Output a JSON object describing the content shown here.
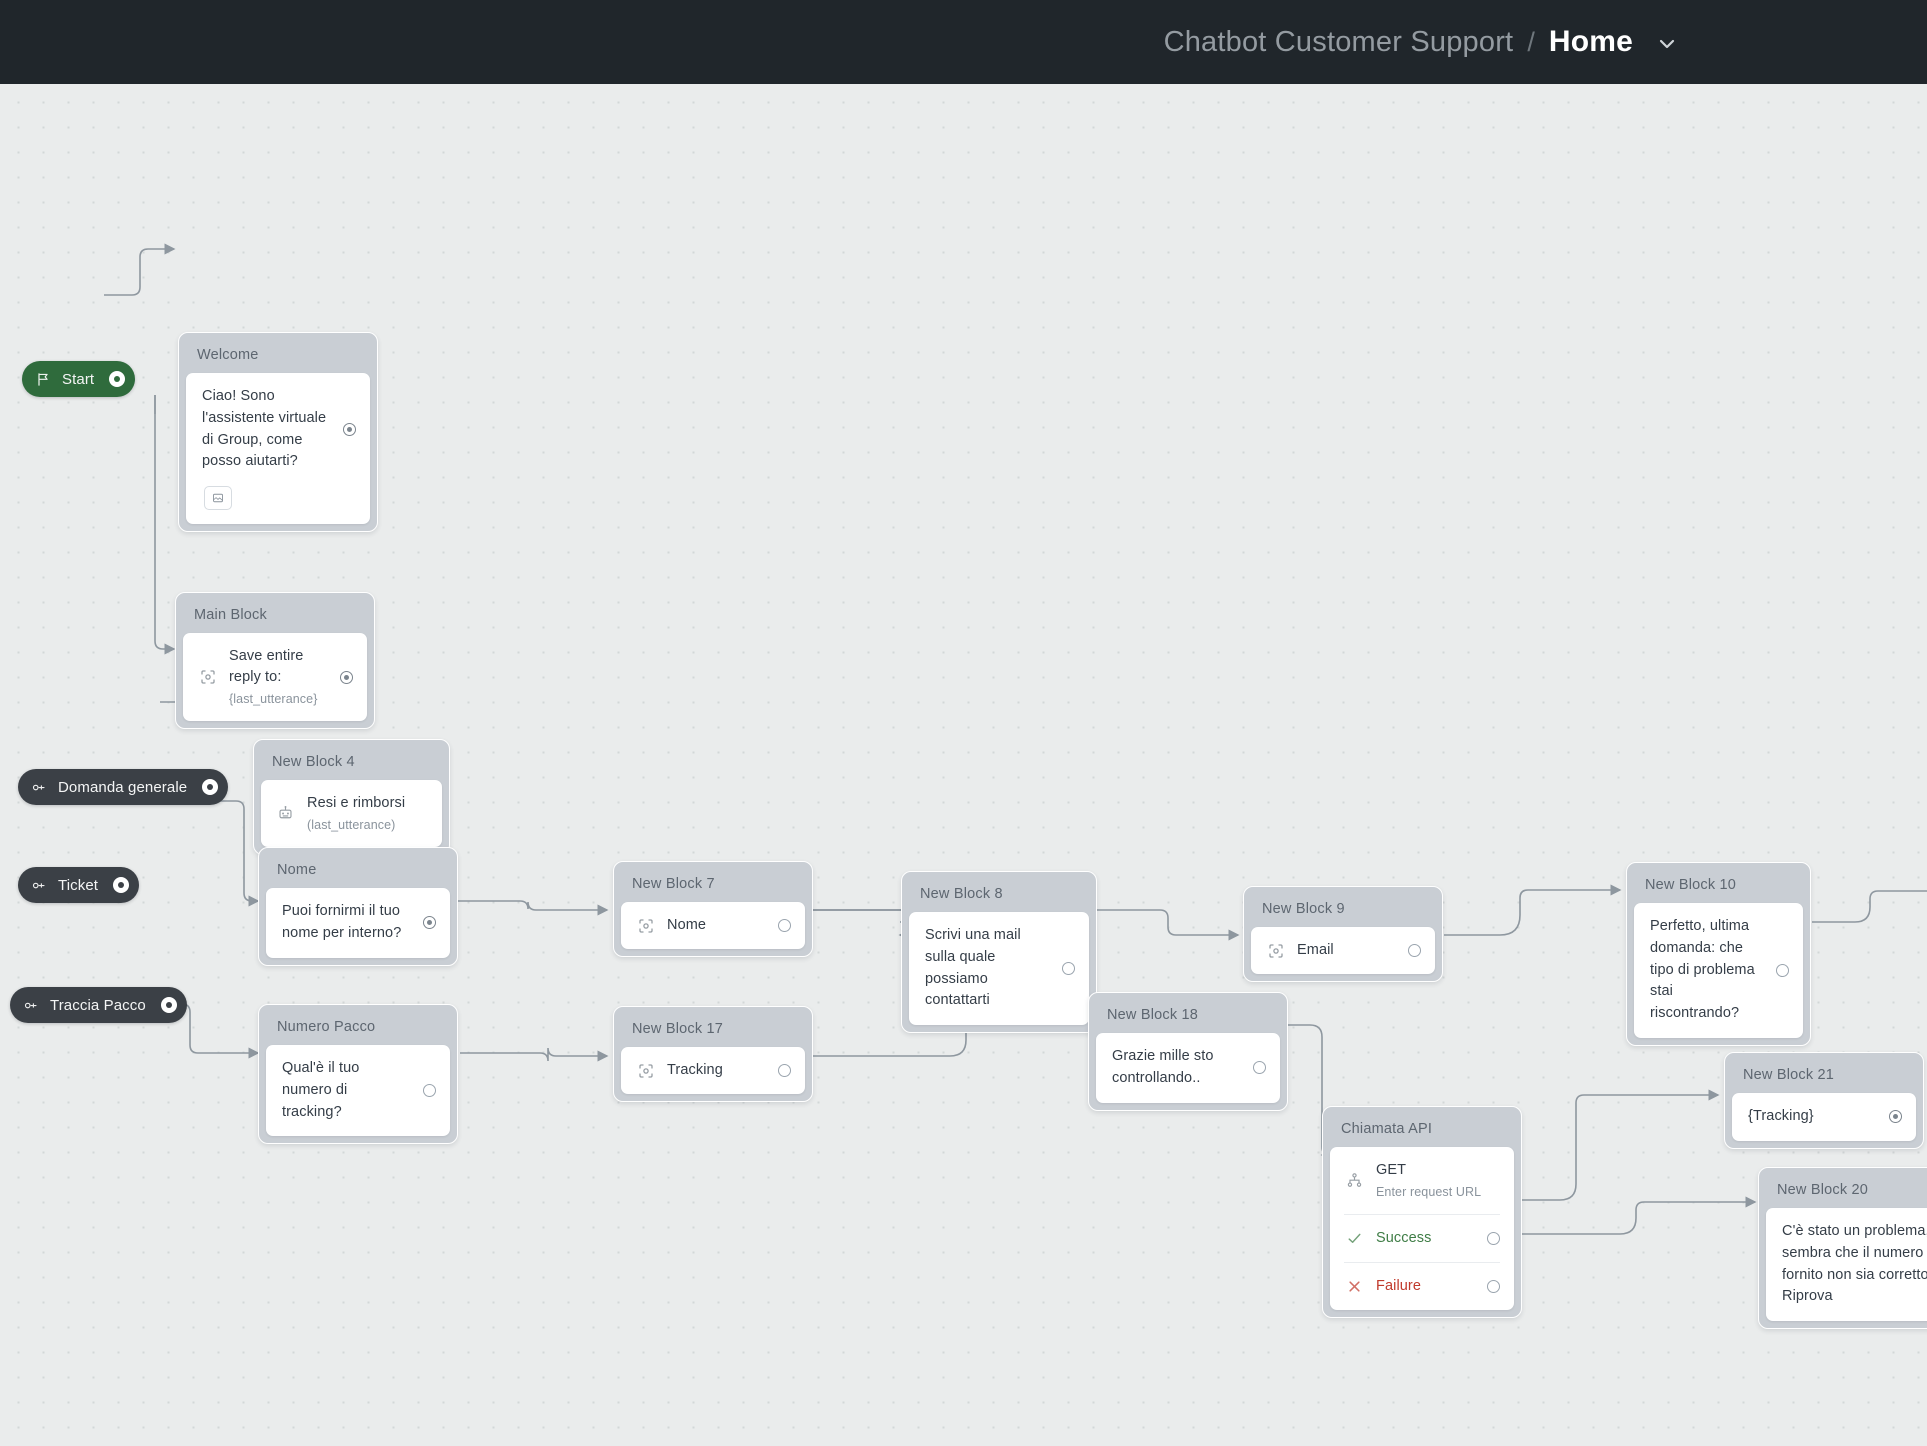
{
  "topbar": {
    "project": "Chatbot Customer Support",
    "separator": "/",
    "current": "Home",
    "chevron_icon": "chevron-down-icon"
  },
  "canvas": {
    "background": "#eaecec",
    "dot_color": "#d3d7d7"
  },
  "colors": {
    "start_green": "#2f6b3c",
    "intent_dark": "#3b4046",
    "block_gray": "#c9ced4",
    "success_green": "#3f7d46",
    "failure_red": "#c0392b",
    "topbar_dark": "#20262b"
  },
  "triggers": [
    {
      "id": "start",
      "label": "Start",
      "icon": "flag-icon",
      "kind": "start"
    },
    {
      "id": "domanda-generale",
      "label": "Domanda generale",
      "icon": "intent-icon",
      "kind": "intent"
    },
    {
      "id": "ticket",
      "label": "Ticket",
      "icon": "intent-icon",
      "kind": "intent"
    },
    {
      "id": "traccia-pacco",
      "label": "Traccia Pacco",
      "icon": "intent-icon",
      "kind": "intent"
    }
  ],
  "blocks": [
    {
      "id": "welcome",
      "title": "Welcome",
      "steps": [
        {
          "type": "message",
          "text": "Ciao! Sono l'assistente virtuale di Group, come posso aiutarti?",
          "port": true,
          "chip": "image-icon"
        }
      ]
    },
    {
      "id": "main-block",
      "title": "Main Block",
      "steps": [
        {
          "type": "capture",
          "icon": "capture-icon",
          "text": "Save entire reply to:",
          "sub": "{last_utterance}",
          "port": true
        }
      ]
    },
    {
      "id": "new-block-4",
      "title": "New Block 4",
      "steps": [
        {
          "type": "intent",
          "icon": "robot-icon",
          "text": "Resi e rimborsi",
          "sub": "(last_utterance)",
          "port": false
        }
      ]
    },
    {
      "id": "nome",
      "title": "Nome",
      "steps": [
        {
          "type": "message",
          "text": "Puoi fornirmi il tuo nome per interno?",
          "port": true
        }
      ]
    },
    {
      "id": "new-block-7",
      "title": "New Block 7",
      "steps": [
        {
          "type": "capture",
          "icon": "capture-icon",
          "text": "Nome",
          "port": true
        }
      ]
    },
    {
      "id": "new-block-8",
      "title": "New Block 8",
      "steps": [
        {
          "type": "message",
          "text": "Scrivi una mail sulla quale possiamo contattarti",
          "port": true
        }
      ]
    },
    {
      "id": "new-block-9",
      "title": "New Block 9",
      "steps": [
        {
          "type": "capture",
          "icon": "capture-icon",
          "text": "Email",
          "port": true
        }
      ]
    },
    {
      "id": "new-block-10",
      "title": "New Block 10",
      "steps": [
        {
          "type": "message",
          "text": "Perfetto, ultima domanda: che tipo di problema stai riscontrando?",
          "port": true
        }
      ]
    },
    {
      "id": "numero-pacco",
      "title": "Numero Pacco",
      "steps": [
        {
          "type": "message",
          "text": "Qual'è il tuo numero di tracking?",
          "port": true
        }
      ]
    },
    {
      "id": "new-block-17",
      "title": "New Block 17",
      "steps": [
        {
          "type": "capture",
          "icon": "capture-icon",
          "text": "Tracking",
          "port": true
        }
      ]
    },
    {
      "id": "new-block-18",
      "title": "New Block 18",
      "steps": [
        {
          "type": "message",
          "text": "Grazie mille sto controllando..",
          "port": true
        }
      ]
    },
    {
      "id": "chiamata-api",
      "title": "Chiamata API",
      "steps": [
        {
          "type": "api",
          "icon": "api-icon",
          "text": "GET",
          "sub": "Enter request URL",
          "port": false
        },
        {
          "type": "success",
          "icon": "check-icon",
          "text": "Success",
          "port": true
        },
        {
          "type": "failure",
          "icon": "cross-icon",
          "text": "Failure",
          "port": true
        }
      ]
    },
    {
      "id": "new-block-21",
      "title": "New Block 21",
      "steps": [
        {
          "type": "message",
          "text": "{Tracking}",
          "port": true
        }
      ]
    },
    {
      "id": "new-block-20",
      "title": "New Block 20",
      "steps": [
        {
          "type": "message",
          "text": "C'è stato un problema, sembra che il numero fornito non sia corretto. Riprova",
          "port": false
        }
      ]
    }
  ]
}
